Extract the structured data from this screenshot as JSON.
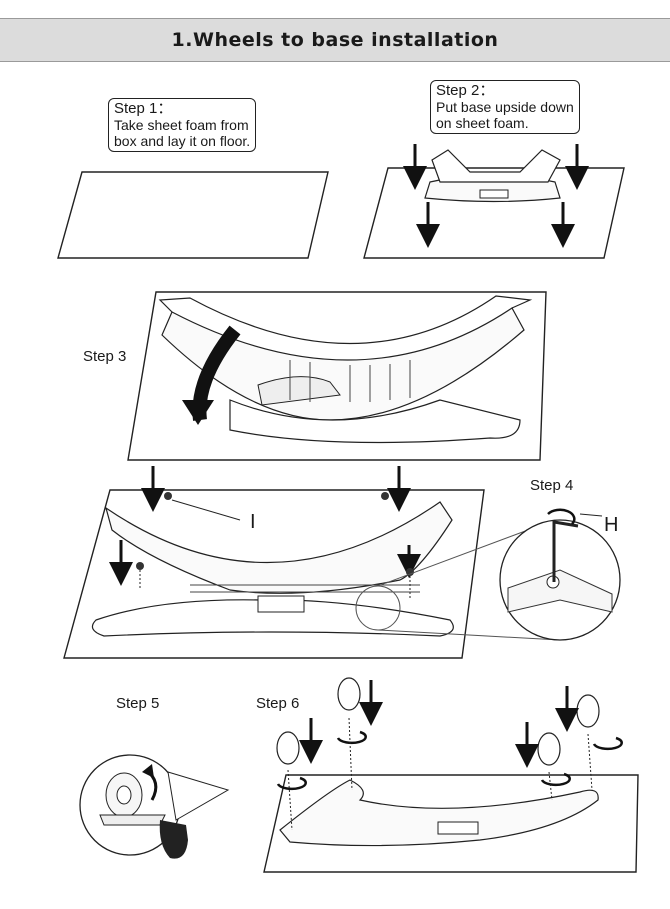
{
  "header": {
    "title": "1.Wheels to base installation"
  },
  "step1": {
    "title": "Step 1：",
    "lines": [
      "Take sheet foam from",
      "box and lay it on floor."
    ]
  },
  "step2": {
    "title": "Step 2：",
    "lines": [
      "Put base upside down",
      "on sheet foam."
    ]
  },
  "step3": {
    "label": "Step 3"
  },
  "step4": {
    "label": "Step 4",
    "part_screw": "I",
    "part_wrench": "H"
  },
  "step5": {
    "label": "Step 5"
  },
  "step6": {
    "label": "Step 6"
  }
}
